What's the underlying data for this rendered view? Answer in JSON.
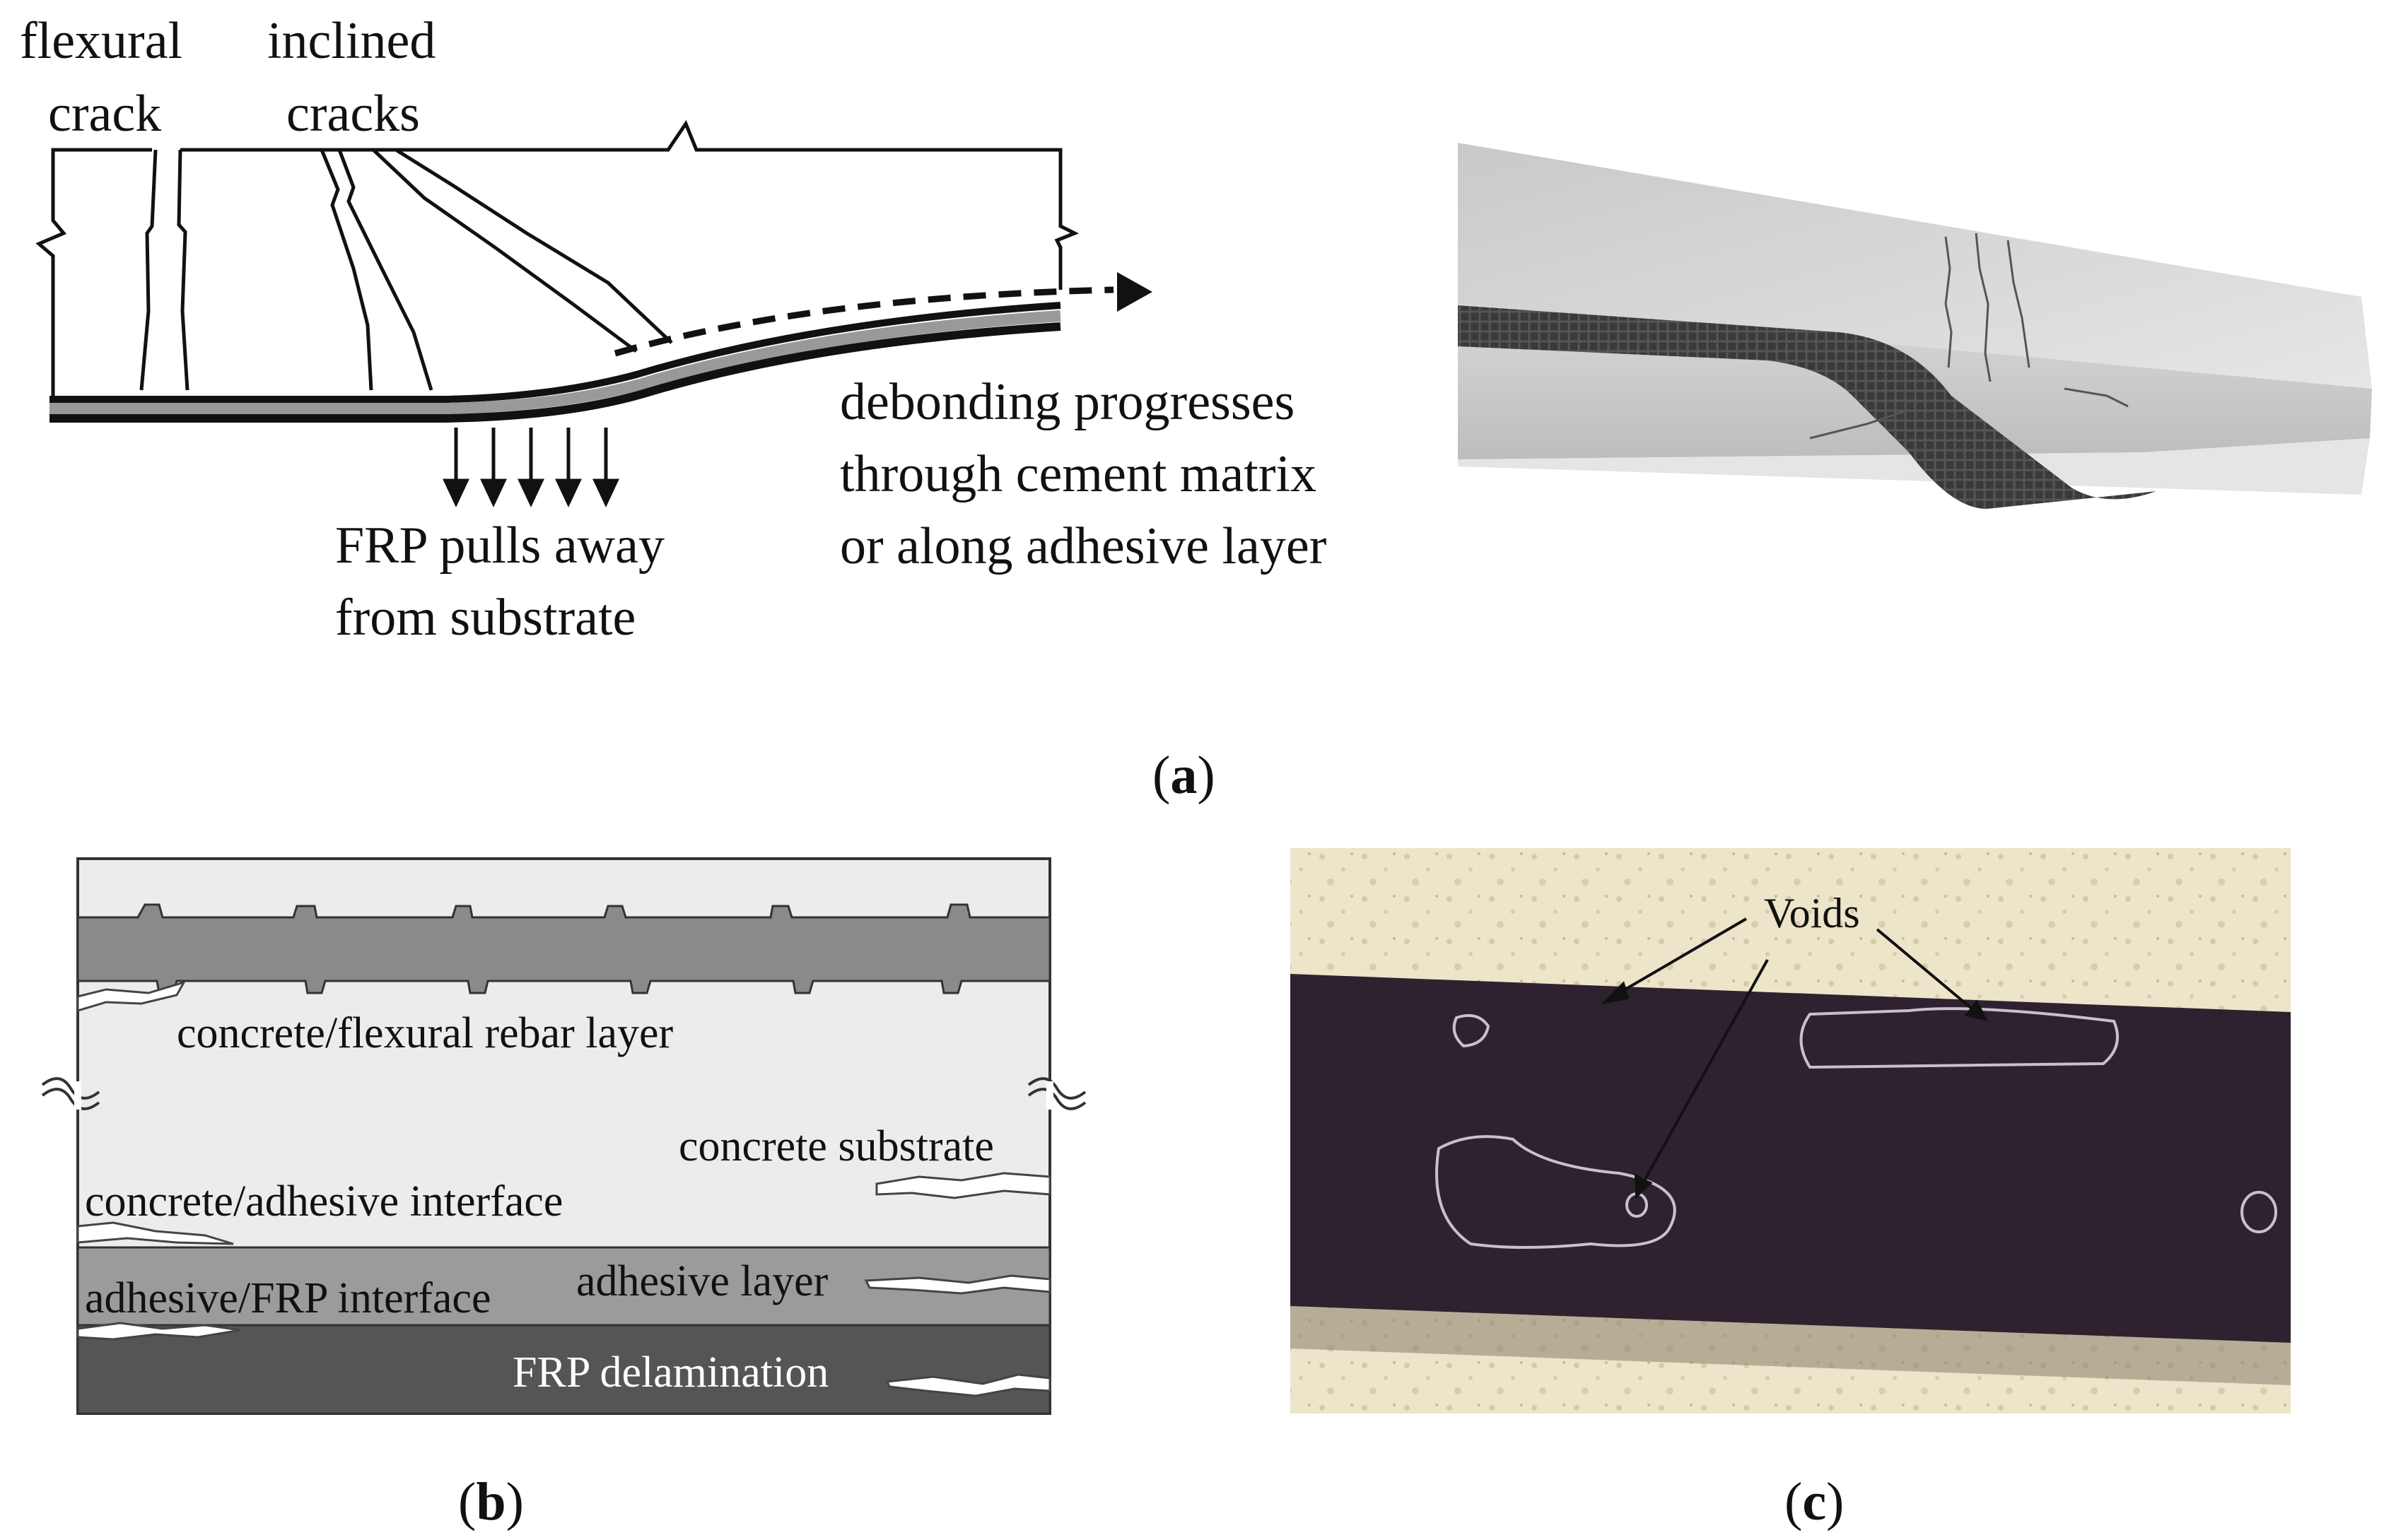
{
  "panel_a": {
    "labels": {
      "flexural_line1": "flexural",
      "flexural_line2": "crack",
      "inclined_line1": "inclined",
      "inclined_line2": "cracks",
      "debond_line1": "debonding progresses",
      "debond_line2": "through cement matrix",
      "debond_line3": "or along adhesive layer",
      "pull_line1": "FRP pulls away",
      "pull_line2": "from substrate"
    },
    "caption": {
      "open": "(",
      "letter": "a",
      "close": ")"
    }
  },
  "panel_b": {
    "labels": {
      "rebar_layer": "concrete/flexural rebar layer",
      "substrate": "concrete substrate",
      "concrete_adhesive": "concrete/adhesive interface",
      "adhesive_frp": "adhesive/FRP interface",
      "adhesive_layer": "adhesive layer",
      "frp_delam": "FRP delamination"
    },
    "caption": {
      "open": "(",
      "letter": "b",
      "close": ")"
    }
  },
  "panel_c": {
    "labels": {
      "voids": "Voids"
    },
    "caption": {
      "open": "(",
      "letter": "c",
      "close": ")"
    }
  }
}
